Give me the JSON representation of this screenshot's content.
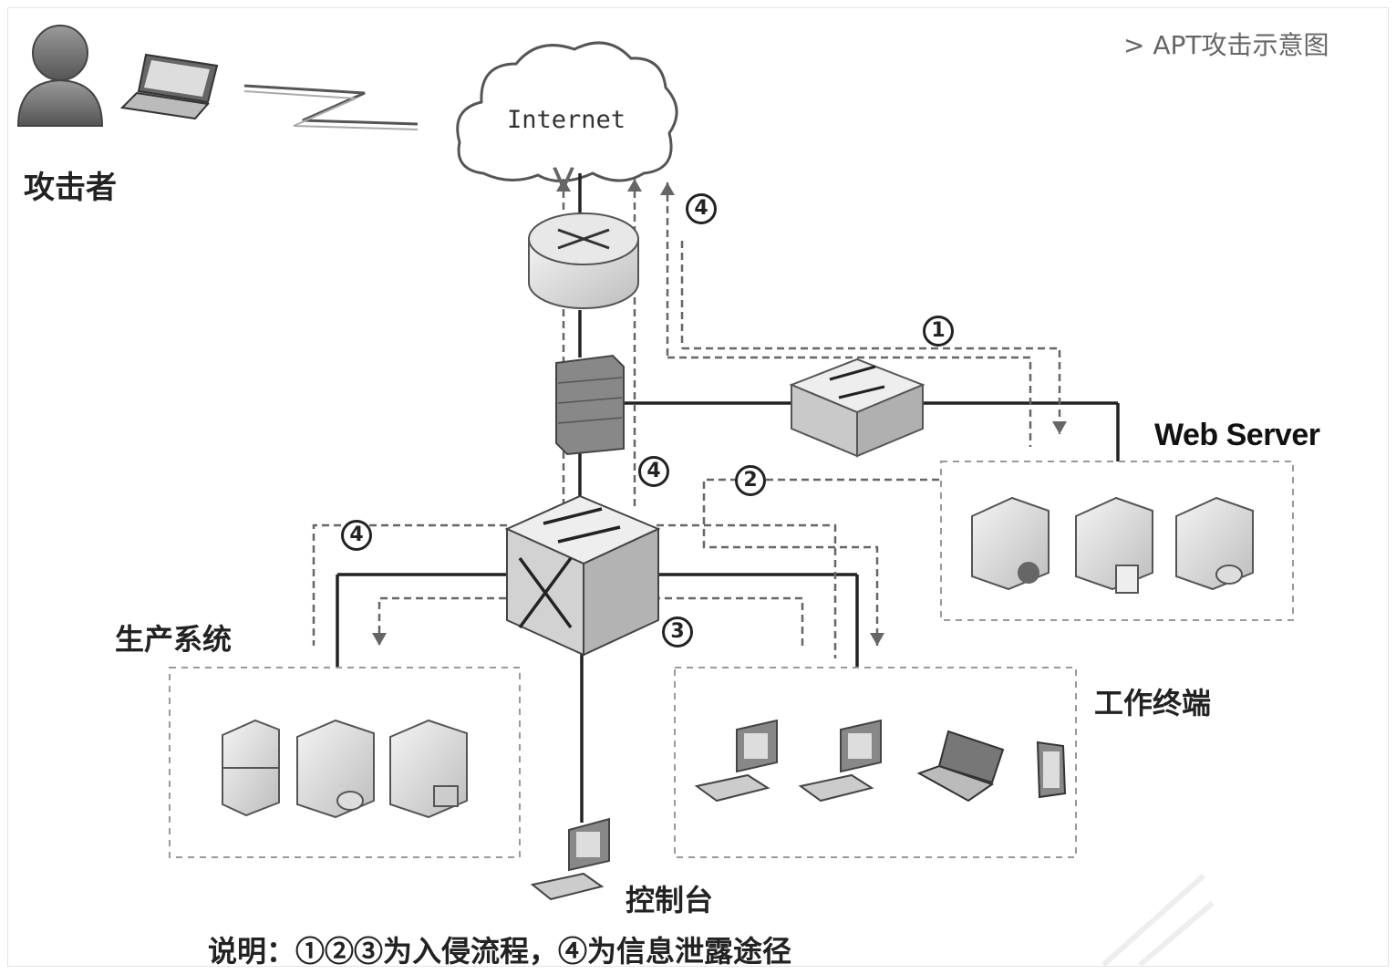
{
  "title": "> APT攻击示意图",
  "labels": {
    "attacker": "攻击者",
    "internet": "Internet",
    "web_server": "Web Server",
    "production": "生产系统",
    "workstations": "工作终端",
    "console": "控制台",
    "note": "说明：①②③为入侵流程，④为信息泄露途径"
  },
  "steps": {
    "s1": "1",
    "s2": "2",
    "s3": "3",
    "s4": "4"
  },
  "icons": [
    "user-icon",
    "laptop-icon",
    "cloud-icon",
    "router-icon",
    "firewall-icon",
    "switch-icon",
    "core-switch-icon",
    "server-icon",
    "desktop-icon",
    "tablet-icon"
  ]
}
